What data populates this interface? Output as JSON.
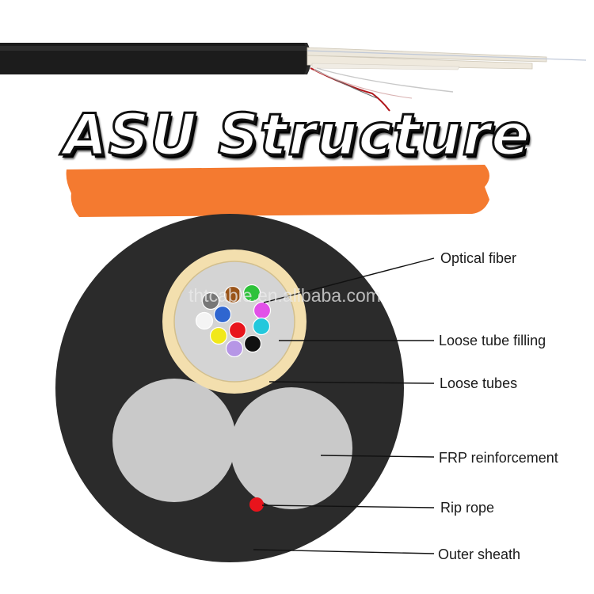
{
  "title": "ASU Structure",
  "watermark": "thtcable.en.alibaba.com",
  "labels": {
    "optical_fiber": "Optical fiber",
    "loose_tube_filling": "Loose tube filling",
    "loose_tubes": "Loose tubes",
    "frp_reinforcement": "FRP reinforcement",
    "rip_rope": "Rip rope",
    "outer_sheath": "Outer sheath"
  },
  "colors": {
    "accent_highlight": "#f47a30",
    "sheath": "#2b2b2b",
    "frp": "#c8c8c8",
    "loose_tube_ring": "#f3dfae",
    "loose_tube_inner": "#d4d4d4",
    "rip_rope": "#e8141c"
  },
  "fiber_colors": [
    "#2f66d0",
    "#9a5418",
    "#2ec23a",
    "#f4f4f4",
    "#e8141c",
    "#e251e8",
    "#f1e81a",
    "#b696e6",
    "#23c8dc",
    "#111111",
    "#777777"
  ]
}
